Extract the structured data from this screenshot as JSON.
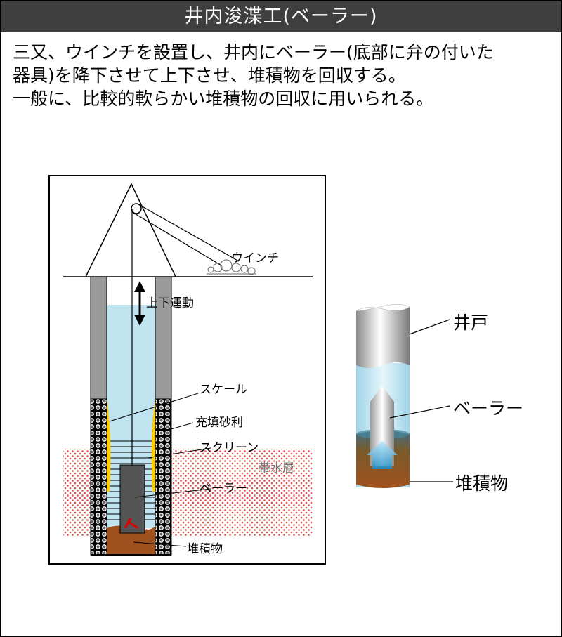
{
  "header": {
    "title": "井内浚渫工(ベーラー)"
  },
  "description": {
    "lines": [
      "三又、ウインチを設置し、井内にベーラー(底部に弁の付いた",
      "器具)を降下させて上下させ、堆積物を回収する。",
      "一般に、比較的軟らかい堆積物の回収に用いられる。"
    ]
  },
  "left_diagram": {
    "labels": {
      "winch": "ウインチ",
      "motion": "上下運動",
      "scale": "スケール",
      "gravel": "充填砂利",
      "screen": "スクリーン",
      "aquifer": "帯水層",
      "bailer": "ベーラー",
      "sediment": "堆積物"
    }
  },
  "right_diagram": {
    "labels": {
      "well": "井戸",
      "bailer": "ベーラー",
      "sediment": "堆積物"
    }
  },
  "colors": {
    "title_bg": "#3f3f3f",
    "water": "#bfe3ef",
    "sediment": "#a0521e",
    "casing": "#9a9a9a",
    "bailer": "#555555",
    "scale": "#ffcc00",
    "aquifer_dots": "#d9534f",
    "valve_arrow": "#e00000"
  }
}
